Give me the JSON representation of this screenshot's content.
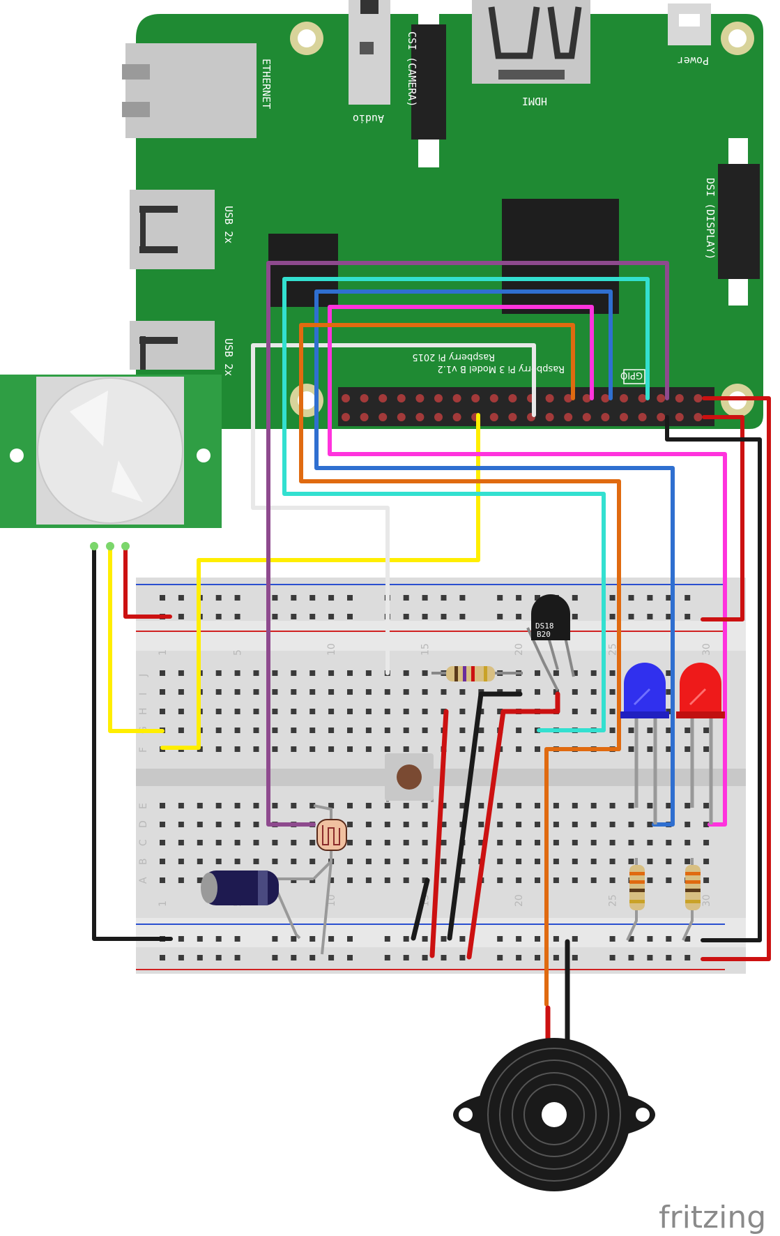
{
  "board": {
    "ethernet": "ETHERNET",
    "usb_top": "USB 2x",
    "usb_bottom": "USB 2x",
    "audio": "Audio",
    "csi": "CSI (CAMERA)",
    "hdmi": "HDMI",
    "power": "Power",
    "dsi": "DSI (DISPLAY)",
    "model_line1": "Raspberry Pi 3 Model B v1.2",
    "model_line2": "Raspberry Pi 2015",
    "gpio": "GPIO",
    "color": "#1f8a33"
  },
  "breadboard": {
    "col_numbers": [
      "1",
      "5",
      "10",
      "15",
      "20",
      "25",
      "30"
    ],
    "row_letters_top": [
      "J",
      "I",
      "H",
      "G",
      "F"
    ],
    "row_letters_bottom": [
      "E",
      "D",
      "C",
      "B",
      "A"
    ]
  },
  "components": {
    "temp_sensor_line1": "DS18",
    "temp_sensor_line2": "B20"
  },
  "wire_colors": {
    "red": "#cc1111",
    "black": "#1a1a1a",
    "yellow": "#ffee00",
    "white": "#e8e8e8",
    "purple": "#8e4a8e",
    "cyan": "#33e0d0",
    "blue": "#2f6fd0",
    "magenta": "#ff33dd",
    "orange": "#e06a10"
  },
  "brand": "fritzing"
}
